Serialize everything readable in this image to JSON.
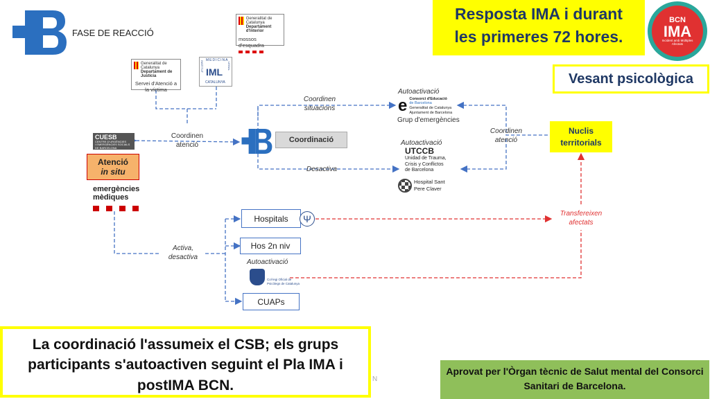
{
  "header": {
    "phase": "FASE DE REACCIÓ",
    "title": "Resposta IMA i durant les primeres 72 hores.",
    "subtitle": "Vesant psicològica",
    "badge_top": "BCN",
    "badge_main": "IMA",
    "badge_sub": "Incident amb Múltiples Afectats"
  },
  "logos": {
    "mossos": {
      "line1": "Generalitat de Catalunya",
      "line2": "Departament d'Interior",
      "name": "mossos d'esquadra"
    },
    "justicia": {
      "line1": "Generalitat de Catalunya",
      "line2": "Departament de Justícia",
      "service": "Servei d'Atenció a la víctima"
    },
    "iml": {
      "vertical_left": "INSTITUT",
      "vertical_top": "MEDICINA",
      "vertical_right": "LEGAL",
      "name": "IML",
      "bottom": "CATALUNYA"
    },
    "cuesb": {
      "name": "CUESB",
      "line1": "CENTRE D'URGÈNCIES",
      "line2": "I EMERGÈNCIES SOCIALS",
      "line3": "DE BARCELONA"
    },
    "sem": {
      "line1": "emergències",
      "line2": "mèdiques"
    },
    "consorci": {
      "letter": "e",
      "line1": "Consorci d'Educació",
      "line2": "de Barcelona",
      "line3": "Generalitat de Catalunya",
      "line4": "Ajuntament de Barcelona"
    },
    "utccb": {
      "name": "UTCCB",
      "line1": "Unidad de Trauma,",
      "line2": "Crisis y Conflictos",
      "line3": "de Barcelona"
    },
    "hospital": {
      "line1": "Hospital Sant",
      "line2": "Pere Claver"
    },
    "copc": {
      "line1": "Col·legi Oficial de",
      "line2": "Psicòlegs de Catalunya"
    }
  },
  "nodes": {
    "atencio_line1": "Atenció",
    "atencio_line2": "in situ",
    "coordinacio": "Coordinació",
    "hospitals": "Hospitals",
    "hos2n": "Hos 2n niv",
    "cuaps": "CUAPs",
    "nuclis": "Nuclis territorials",
    "grup_emergencies": "Grup d'emergències",
    "psi_symbol": "Ψ"
  },
  "labels": {
    "coordinen_atencio_left": "Coordinen atenció",
    "coordinen_situacions": "Coordinen situacions",
    "autoactivacio_1": "Autoactivació",
    "autoactivacio_2": "Autoactivació",
    "autoactivacio_3": "Autoactivació",
    "coordinen_atencio_right": "Coordinen atenció",
    "desactiva": "Desactiva",
    "activa_desactiva": "Activa, desactiva",
    "transfereixen": "Transfereixen afectats"
  },
  "footer": {
    "note": "La coordinació l'assumeix el CSB; els grups participants s'autoactiven seguint el Pla IMA i postIMA BCN.",
    "approved": "Aprovat per l'Òrgan tècnic de Salut mental del Consorci Sanitari de Barcelona.",
    "stray": "N"
  },
  "colors": {
    "accent_blue": "#2b6fbf",
    "line_blue": "#4472c4",
    "line_red": "#e03131",
    "highlight_yellow": "#ffff00",
    "approved_green": "#8fbf5a"
  }
}
